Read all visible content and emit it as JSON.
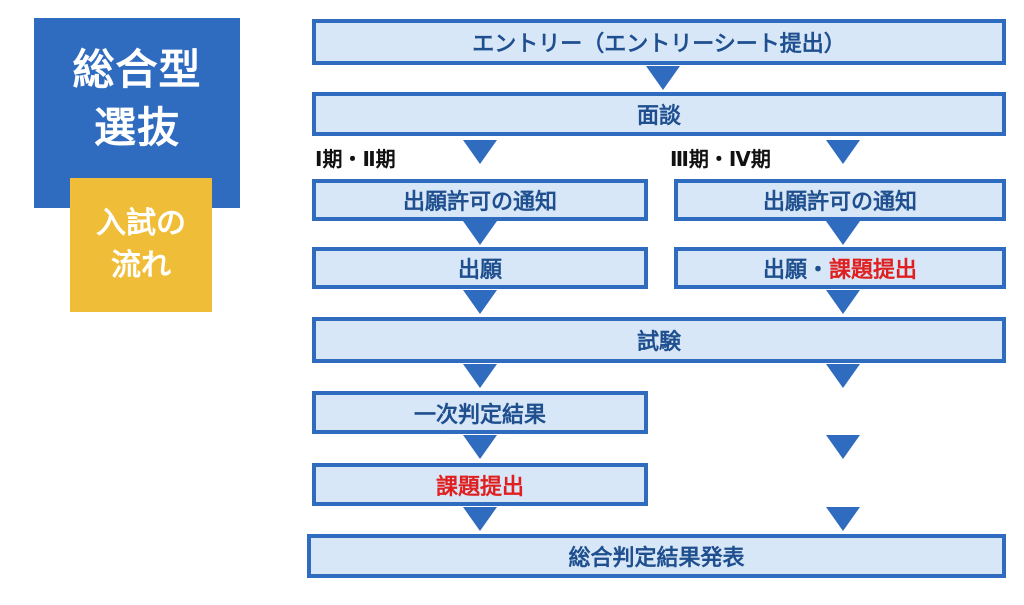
{
  "header": {
    "title_line1": "総合型",
    "title_line2": "選抜",
    "subtitle_line1": "入試の",
    "subtitle_line2": "流れ"
  },
  "steps": {
    "entry": "エントリー（エントリーシート提出）",
    "interview": "面談",
    "period_left": "Ⅰ期・Ⅱ期",
    "period_right": "Ⅲ期・Ⅳ期",
    "permission_left": "出願許可の通知",
    "permission_right": "出願許可の通知",
    "application_left": "出願",
    "application_right_prefix": "出願・",
    "application_right_highlight": "課題提出",
    "exam": "試験",
    "primary_result": "一次判定結果",
    "assignment": "課題提出",
    "final_result": "総合判定結果発表"
  },
  "colors": {
    "blue": "#2f6bbf",
    "light_blue": "#d7e7f7",
    "yellow": "#f0bd38",
    "red": "#e02020"
  }
}
